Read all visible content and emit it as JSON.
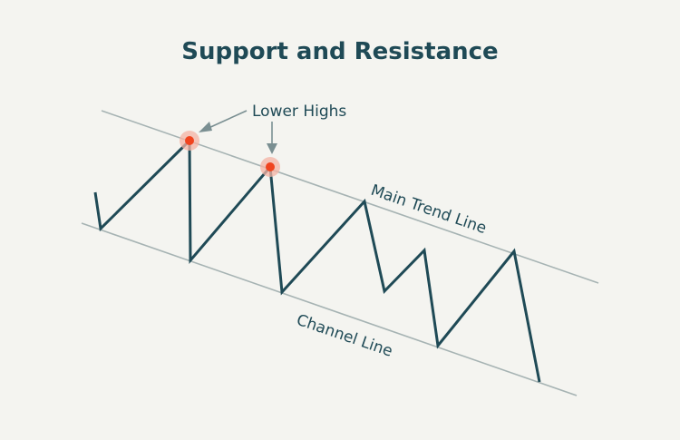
{
  "title": "Support and Resistance",
  "annotations": {
    "lower_highs": "Lower Highs",
    "main_trend_line": "Main Trend Line",
    "channel_line": "Channel Line"
  },
  "colors": {
    "background": "#f4f4f0",
    "price_line": "#1f4a56",
    "trend_lines": "#a6b3b3",
    "arrow": "#7a8f92",
    "highlight": "#f0441f",
    "highlight_halo": "#f4b3a4",
    "text": "#1f4a56"
  }
}
